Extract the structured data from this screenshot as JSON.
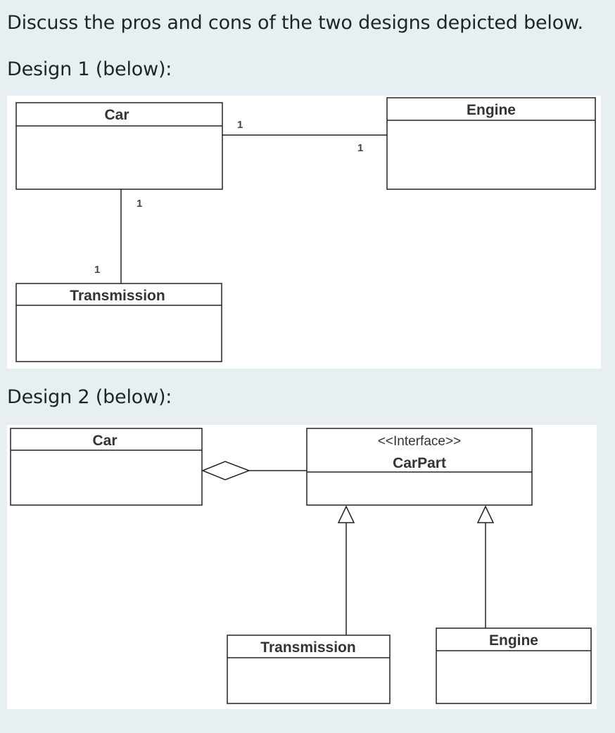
{
  "question": "Discuss the pros and cons of the two designs depicted below.",
  "design1": {
    "heading": "Design 1 (below):",
    "classes": {
      "car": "Car",
      "engine": "Engine",
      "transmission": "Transmission"
    },
    "multiplicities": {
      "car_engine_car_end": "1",
      "car_engine_engine_end": "1",
      "car_transmission_car_end": "1",
      "car_transmission_transmission_end": "1"
    }
  },
  "design2": {
    "heading": "Design 2 (below):",
    "classes": {
      "car": "Car",
      "carpart_stereotype": "<<Interface>>",
      "carpart": "CarPart",
      "transmission": "Transmission",
      "engine": "Engine"
    }
  }
}
